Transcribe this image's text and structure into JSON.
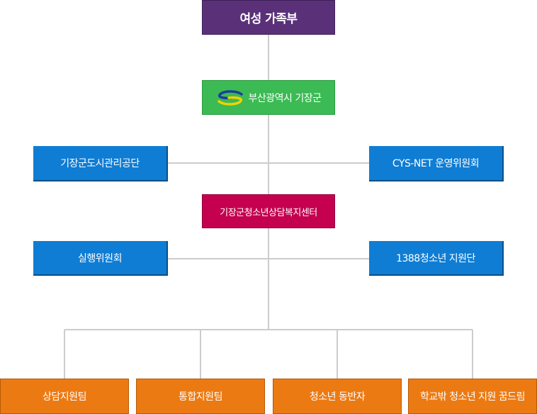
{
  "diagram": {
    "ministry": "여성 가족부",
    "county": {
      "label": "부산광역시 기장군",
      "logo_icon": "gijang-county-logo-icon"
    },
    "urban_corp": "기장군도시관리공단",
    "cys_net": "CYS-NET 운영위원회",
    "center": "기장군청소년상담복지센터",
    "exec_committee": "실행위원회",
    "support_1388": "1388청소년 지원단",
    "teams": [
      "상담지원팀",
      "통합지원팀",
      "청소년 동반자",
      "학교밖 청소년 지원 꿈드림"
    ]
  },
  "colors": {
    "ministry": "#5a3179",
    "county": "#3cba54",
    "committee": "#0f7dd4",
    "center": "#c4004f",
    "team": "#ec7a13",
    "connector": "#cccccc"
  }
}
